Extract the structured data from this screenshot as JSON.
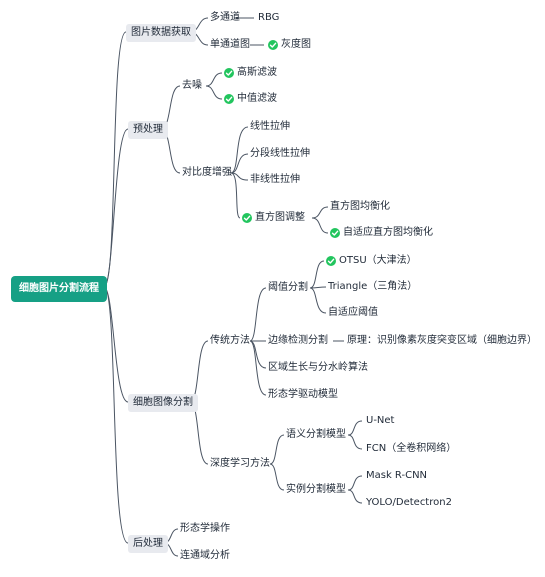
{
  "root": "细胞图片分割流程",
  "acquire": {
    "label": "图片数据获取",
    "multi": "多通道",
    "rgb": "RBG",
    "single": "单通道图",
    "gray": "灰度图"
  },
  "preprocess": {
    "label": "预处理",
    "denoise": "去噪",
    "gaussian": "高斯滤波",
    "median": "中值滤波",
    "contrast": "对比度增强",
    "linear": "线性拉伸",
    "piecewise": "分段线性拉伸",
    "nonlinear": "非线性拉伸",
    "hist": "直方图调整",
    "hist_eq": "直方图均衡化",
    "adaptive_eq": "自适应直方图均衡化"
  },
  "segmentation": {
    "label": "细胞图像分割",
    "traditional": {
      "label": "传统方法",
      "threshold": "阈值分割",
      "otsu": "OTSU（大津法）",
      "triangle": "Triangle（三角法）",
      "adaptive_threshold": "自适应阈值",
      "edge": "边缘检测分割",
      "edge_principle": "原理：识别像素灰度突变区域（细胞边界）",
      "region": "区域生长与分水岭算法",
      "morph_driven": "形态学驱动模型"
    },
    "deep": {
      "label": "深度学习方法",
      "semantic": "语义分割模型",
      "unet": "U-Net",
      "fcn": "FCN（全卷积网络）",
      "instance": "实例分割模型",
      "mask_rcnn": "Mask R-CNN",
      "yolo": "YOLO/Detectron2"
    }
  },
  "postprocess": {
    "label": "后处理",
    "morph_ops": "形态学操作",
    "connected": "连通域分析"
  },
  "colors": {
    "root": "#16a085",
    "check": "#22c55e",
    "pill": "#e8eaef",
    "line": "#4b5563"
  }
}
